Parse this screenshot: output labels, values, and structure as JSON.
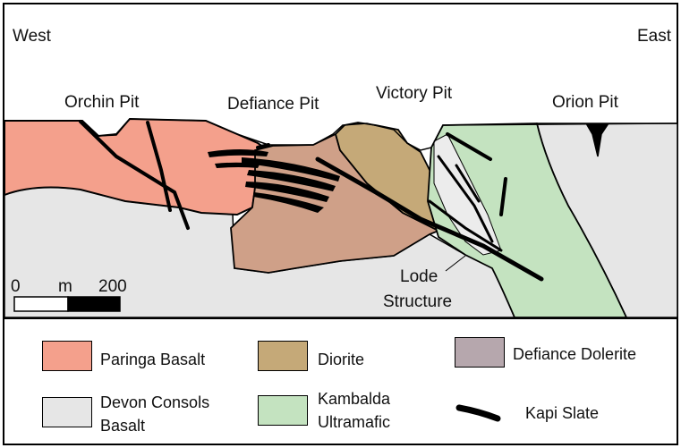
{
  "orientation": {
    "west": "West",
    "east": "East"
  },
  "pits": [
    "Orchin Pit",
    "Defiance Pit",
    "Victory Pit",
    "Orion Pit"
  ],
  "annotation": {
    "line1": "Lode",
    "line2": "Structure"
  },
  "scale": {
    "start": "0",
    "unit": "m",
    "end": "200"
  },
  "legend": [
    {
      "label": "Paringa Basalt",
      "color": "#f4a08c"
    },
    {
      "label": "Diorite",
      "color": "#c5a978"
    },
    {
      "label": "Defiance Dolerite",
      "color": "#b6a7ad"
    },
    {
      "label_line1": "Devon Consols",
      "label_line2": "Basalt",
      "color": "#e6e6e6"
    },
    {
      "label_line1": "Kambalda",
      "label_line2": "Ultramafic",
      "color": "#c4e3c0"
    },
    {
      "label": "Kapi Slate",
      "color": "#000000"
    }
  ],
  "colors": {
    "paringa": "#f4a08c",
    "diorite": "#c5a978",
    "dolerite": "#cfa088",
    "devon": "#e6e6e6",
    "kambalda": "#c4e3c0",
    "slate": "#000000"
  }
}
